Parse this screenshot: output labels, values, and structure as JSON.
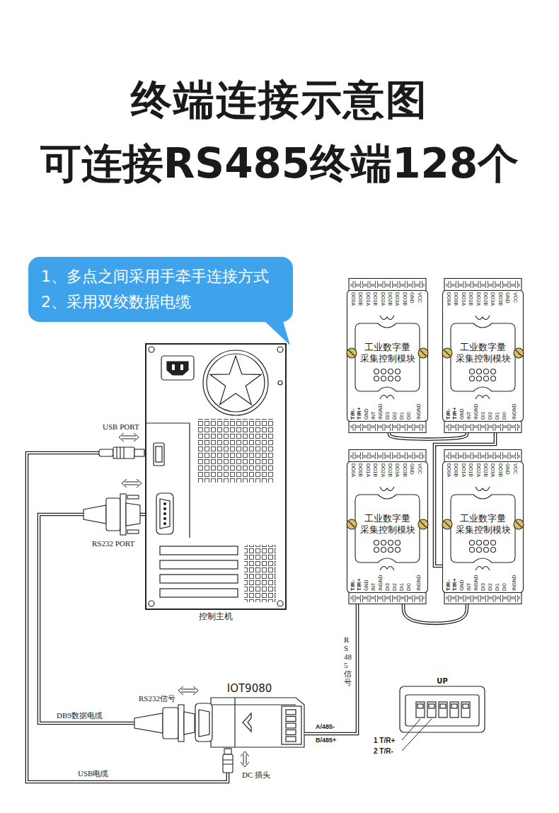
{
  "diagram": {
    "title": "终端连接示意图",
    "nodes": [
      {
        "text": [
          "1、多点之间采用手牵手连接方式",
          "2、采用双绞数据电缆"
        ]
      },
      {
        "text": [
          "控制主机"
        ]
      },
      {
        "text": [
          "工业数字量 采集控制模块"
        ]
      },
      {
        "text": [
          "工业数字量 采集控制模块"
        ]
      },
      {
        "text": [
          "工业数字量 采集控制模块"
        ]
      },
      {
        "text": [
          "工业数字量 采集控制模块"
        ]
      },
      {
        "text": [
          "IOT9080"
        ]
      },
      {
        "text": [
          "UP"
        ]
      }
    ],
    "edges": [
      {
        "from": 1,
        "to": 6,
        "arrow": "none"
      },
      {
        "from": 1,
        "to": 6,
        "arrow": "none"
      },
      {
        "from": 6,
        "to": 4,
        "arrow": "none"
      },
      {
        "from": 4,
        "to": 5,
        "arrow": "none"
      },
      {
        "from": 5,
        "to": 3,
        "arrow": "none"
      },
      {
        "from": 3,
        "to": 2,
        "arrow": "none"
      }
    ],
    "labels": [
      "可连接RS485终端128个",
      "USB PORT",
      "RS232 PORT",
      "RS232信号",
      "DB9数据电缆",
      "USB电缆",
      "DC 插头",
      "A/485-",
      "B/485+",
      "RS485信号",
      "1 T/R+",
      "2 T/R-",
      "DO0A",
      "DO0B",
      "DO1A",
      "DO1B",
      "DO2A",
      "DO2B",
      "DO3A",
      "DO3B",
      "GND",
      "VCC",
      "T/R-",
      "T/R+",
      "GND",
      "INT",
      "INGND",
      "DI3",
      "DI2",
      "DI1",
      "DI0",
      "INGND",
      "DO0A",
      "DO0B",
      "DO1A",
      "DO1B",
      "DO2A",
      "DO2B",
      "DO3A",
      "DO3B",
      "GND",
      "VCC",
      "T/R-",
      "T/R+",
      "GND",
      "INT",
      "INGND",
      "DI3",
      "DI2",
      "DI1",
      "DI0",
      "INGND",
      "DO0A",
      "DO0B",
      "DO1A",
      "DO1B",
      "DO2A",
      "DO2B",
      "DO3A",
      "DO3B",
      "GND",
      "VCC",
      "T/R-",
      "T/R+",
      "GND",
      "INT",
      "INGND",
      "DI3",
      "DI2",
      "DI1",
      "DI0",
      "INGND",
      "DO0A",
      "DO0B",
      "DO1A",
      "DO1B",
      "DO2A",
      "DO2B",
      "DO3A",
      "DO3B",
      "GND",
      "VCC",
      "T/R-",
      "T/R+",
      "GND",
      "INT",
      "INGND",
      "DI3",
      "DI2",
      "DI1",
      "DI0",
      "INGND"
    ]
  }
}
